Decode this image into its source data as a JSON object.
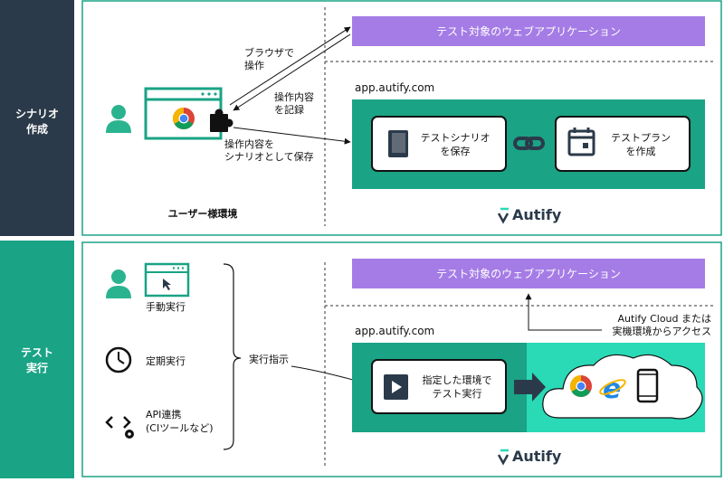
{
  "colors": {
    "dark_navy": "#2b3a4a",
    "teal": "#1aa385",
    "light_teal": "#2ad9b6",
    "purple": "#a57ce6",
    "chrome_red": "#db4437",
    "chrome_yellow": "#f4b400",
    "chrome_green": "#0f9d58",
    "chrome_blue": "#4285f4",
    "ie_blue": "#1e88e5"
  },
  "sections": {
    "scenario": {
      "label_line1": "シナリオ",
      "label_line2": "作成"
    },
    "test": {
      "label_line1": "テスト",
      "label_line2": "実行"
    }
  },
  "top": {
    "user_env_label": "ユーザー様環境",
    "arrow_browser_line1": "ブラウザで",
    "arrow_browser_line2": "操作",
    "arrow_record_line1": "操作内容",
    "arrow_record_line2": "を記録",
    "arrow_save_line1": "操作内容を",
    "arrow_save_line2": "シナリオとして保存",
    "target_app_label": "テスト対象のウェブアプリケーション",
    "domain": "app.autify.com",
    "save_scenario_line1": "テストシナリオ",
    "save_scenario_line2": "を保存",
    "create_plan_line1": "テストプラン",
    "create_plan_line2": "を作成",
    "logo_text": "Autify",
    "icons": [
      "user-icon",
      "browser-window-icon",
      "chrome-icon",
      "puzzle-extension-icon",
      "book-icon",
      "chain-link-icon",
      "calendar-icon",
      "autify-logo-icon"
    ]
  },
  "bottom": {
    "manual_label": "手動実行",
    "scheduled_label": "定期実行",
    "api_line1": "API連携",
    "api_line2": "(CIツールなど)",
    "instruction_label": "実行指示",
    "target_app_label": "テスト対象のウェブアプリケーション",
    "domain": "app.autify.com",
    "run_line1": "指定した環境で",
    "run_line2": "テスト実行",
    "cloud_line1": "Autify Cloud または",
    "cloud_line2": "実機環境からアクセス",
    "logo_text": "Autify",
    "icons": [
      "user-icon",
      "cursor-window-icon",
      "clock-icon",
      "code-gear-icon",
      "play-icon",
      "big-arrow-icon",
      "chrome-icon",
      "ie-icon",
      "smartphone-icon",
      "autify-logo-icon"
    ]
  }
}
